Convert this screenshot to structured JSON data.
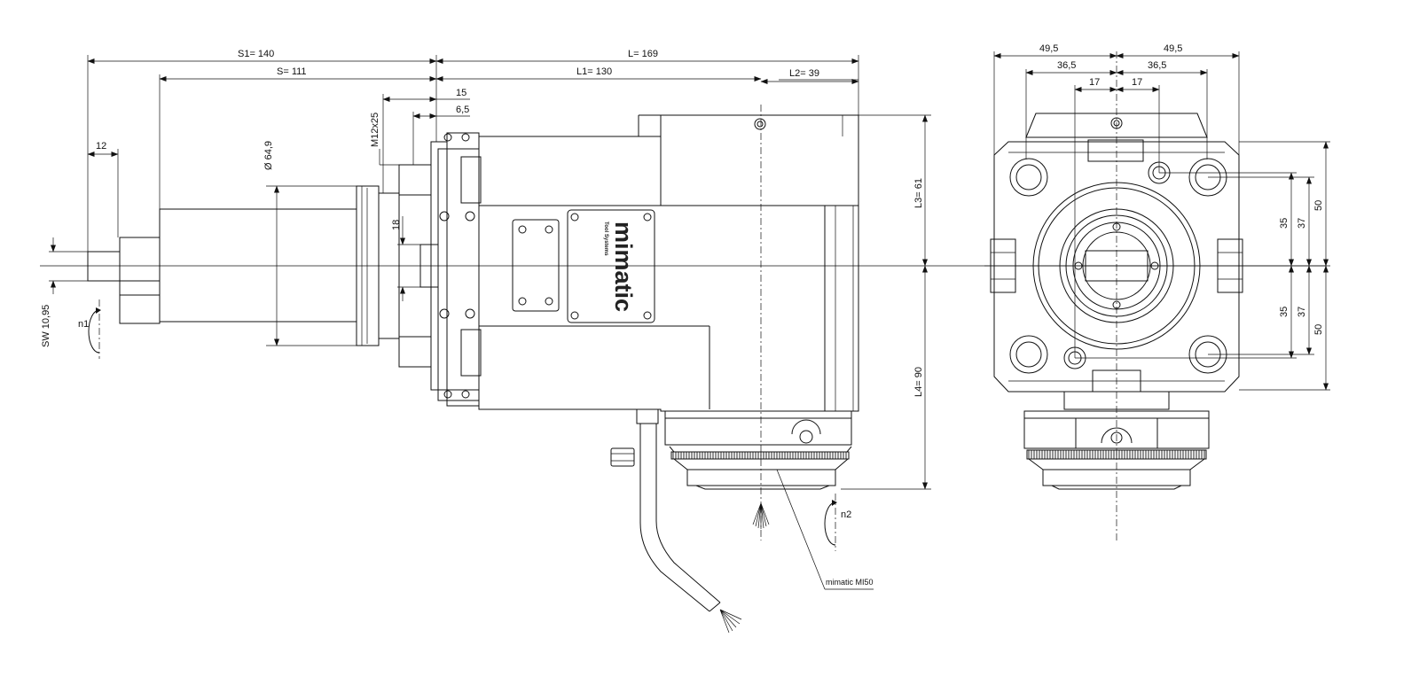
{
  "side_view": {
    "dim_s1": "S1=  140",
    "dim_s": "S=  111",
    "dim_l": "L=  169",
    "dim_l1": "L1=  130",
    "dim_l2": "L2=  39",
    "dim_15": "15",
    "dim_6_5": "6,5",
    "dim_12": "12",
    "dim_m12": "M12x25",
    "dim_dia": "Ø 64,9",
    "dim_18": "18",
    "dim_sw": "SW 10,95",
    "dim_l3": "L3=  61",
    "dim_l4": "L4=  90",
    "rot_n1": "n1",
    "rot_n2": "n2",
    "callout": "mimatic MI50",
    "logo_text": "mimatic",
    "logo_sub": "Tool Systems"
  },
  "front_view": {
    "dim_49_5_left": "49,5",
    "dim_49_5_right": "49,5",
    "dim_36_5_left": "36,5",
    "dim_36_5_right": "36,5",
    "dim_17_left": "17",
    "dim_17_right": "17",
    "dim_35_top": "35",
    "dim_37_top": "37",
    "dim_50_top": "50",
    "dim_35_bottom": "35",
    "dim_37_bottom": "37",
    "dim_50_bottom": "50"
  }
}
